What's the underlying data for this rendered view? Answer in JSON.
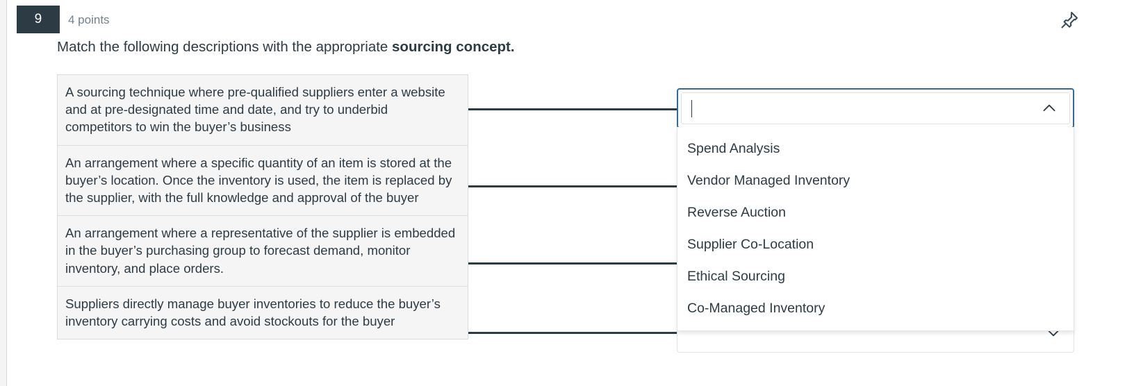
{
  "question": {
    "number": "9",
    "points_label": "4 points",
    "prompt_prefix": "Match the following descriptions with the appropriate ",
    "prompt_emphasis": "sourcing concept."
  },
  "icons": {
    "pin": "pin-icon",
    "chevron_up": "chevron-up-icon",
    "chevron_down": "chevron-down-icon"
  },
  "colors": {
    "badge_bg": "#2d3b45",
    "focus_ring": "#2d6ca8",
    "text": "#2d3b45",
    "muted_text": "#73818c",
    "panel_bg": "#f5f5f5"
  },
  "descriptions": [
    {
      "text": "A sourcing technique where pre-qualified suppliers enter a website and at pre-designated time and date, and try to underbid competitors to win the buyer’s business"
    },
    {
      "text": "An arrangement where a specific quantity of an item is stored at the buyer’s location. Once the inventory is used, the item is replaced by the supplier, with the full knowledge and approval of the buyer"
    },
    {
      "text": "An arrangement where a representative of the supplier is embedded in the buyer’s purchasing group to forecast demand, monitor inventory, and place orders."
    },
    {
      "text": "Suppliers directly manage buyer inventories to reduce the buyer’s inventory carrying costs and avoid stockouts for the buyer"
    }
  ],
  "answer_slots": [
    {
      "value": "",
      "state": "open-focused"
    },
    {
      "value": "",
      "state": "closed"
    }
  ],
  "dropdown": {
    "options": [
      "Spend Analysis",
      "Vendor Managed Inventory",
      "Reverse Auction",
      "Supplier Co-Location",
      "Ethical Sourcing",
      "Co-Managed Inventory"
    ]
  }
}
